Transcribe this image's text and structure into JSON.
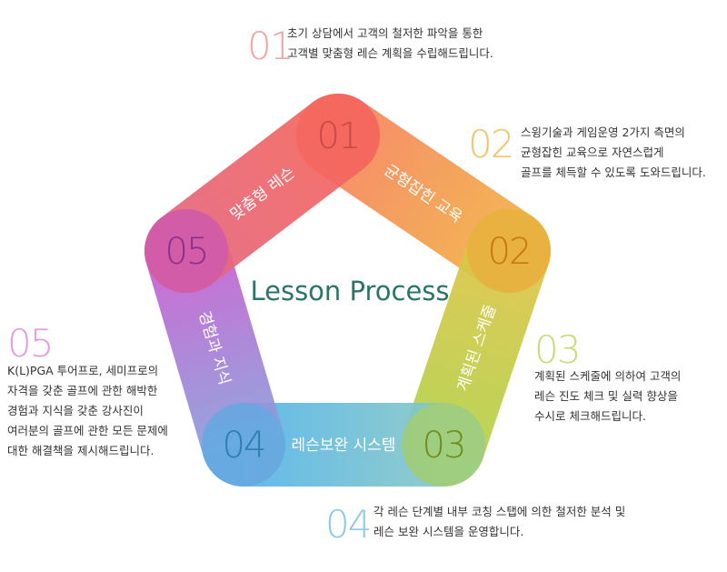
{
  "title": "Lesson Process",
  "steps": [
    {
      "num": "01",
      "band": "균형잡힌 교육",
      "color": "#f4685e",
      "desc": [
        "초기 상담에서 고객의 철저한 파악을 통한",
        "고객별 맞춤형 레슨 계획을 수립해드립니다."
      ]
    },
    {
      "num": "02",
      "band": "계획된 스케줄",
      "color": "#f0a43a",
      "desc": [
        "스윙기술과 게임운영 2가지 측면의",
        "균형잡힌 교육으로 자연스럽게",
        "골프를 체득할 수 있도록 도와드립니다."
      ]
    },
    {
      "num": "03",
      "band": "레슨보완 시스템",
      "color": "#b6d23d",
      "desc": [
        "계획된 스케줄에 의하여 고객의",
        "레슨 진도 체크 및 실력 향상을",
        "수시로 체크해드립니다."
      ]
    },
    {
      "num": "04",
      "band": "경험과 지식",
      "color": "#4fb3e3",
      "desc": [
        "각 레슨 단계별 내부 코칭 스탭에 의한 철저한 분석 및",
        "레슨 보완 시스템을 운영합니다."
      ]
    },
    {
      "num": "05",
      "band": "맞춤형 레슨",
      "color": "#c552c4",
      "desc": [
        "K(L)PGA 투어프로, 세미프로의",
        "자격을 갖춘 골프에 관한 해박한",
        "경험과 지식을 갖춘 강사진이",
        "여러분의 골프에 관한 모든 문제에",
        "대한 해결책을 제시해드립니다."
      ]
    }
  ],
  "big_colors": {
    "01": "#f4a3a6",
    "02": "#f5c36a",
    "03": "#c8dc78",
    "04": "#8ec9ea",
    "05": "#e59be0"
  }
}
